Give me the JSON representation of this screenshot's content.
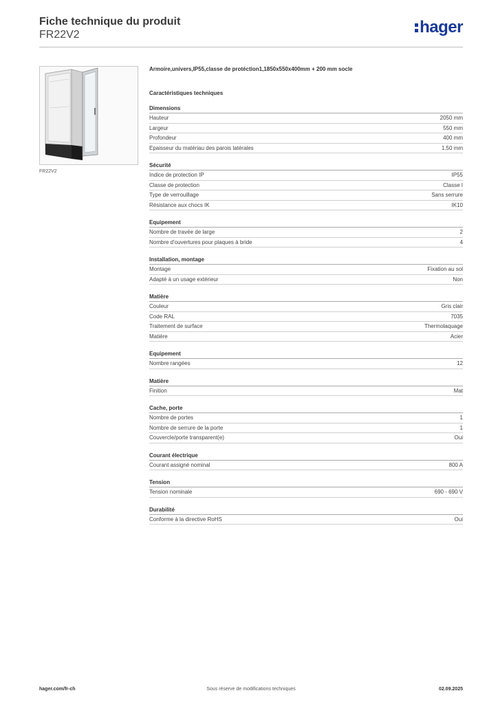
{
  "header": {
    "title": "Fiche technique du produit",
    "subtitle": "FR22V2",
    "logo": "hager",
    "logo_color": "#1a3a9a"
  },
  "product": {
    "image_caption": "FR22V2",
    "description": "Armoire,univers,IP55,classe de protéction1,1850x550x400mm + 200 mm socle",
    "tech_title": "Caractéristiques techniques"
  },
  "sections": [
    {
      "title": "Dimensions",
      "rows": [
        {
          "label": "Hauteur",
          "value": "2050 mm"
        },
        {
          "label": "Largeur",
          "value": "550 mm"
        },
        {
          "label": "Profondeur",
          "value": "400 mm"
        },
        {
          "label": "Epaisseur du matériau des parois latérales",
          "value": "1.50 mm"
        }
      ]
    },
    {
      "title": "Sécurité",
      "rows": [
        {
          "label": "Indice de protection IP",
          "value": "IP55"
        },
        {
          "label": "Classe de protection",
          "value": "Classe I"
        },
        {
          "label": "Type de verrouillage",
          "value": "Sans serrure"
        },
        {
          "label": "Résistance aux chocs IK",
          "value": "IK10"
        }
      ]
    },
    {
      "title": "Equipement",
      "rows": [
        {
          "label": "Nombre de travée de large",
          "value": "2"
        },
        {
          "label": "Nombre d'ouvertures pour plaques à bride",
          "value": "4"
        }
      ]
    },
    {
      "title": "Installation, montage",
      "rows": [
        {
          "label": "Montage",
          "value": "Fixation au sol"
        },
        {
          "label": "Adapté à un usage extérieur",
          "value": "Non"
        }
      ]
    },
    {
      "title": "Matière",
      "rows": [
        {
          "label": "Couleur",
          "value": "Gris clair"
        },
        {
          "label": "Code RAL",
          "value": "7035"
        },
        {
          "label": "Traitement de surface",
          "value": "Thermolaquage"
        },
        {
          "label": "Matière",
          "value": "Acier"
        }
      ]
    },
    {
      "title": "Equipement",
      "rows": [
        {
          "label": "Nombre rangées",
          "value": "12"
        }
      ]
    },
    {
      "title": "Matière",
      "rows": [
        {
          "label": "Finition",
          "value": "Mat"
        }
      ]
    },
    {
      "title": "Cache, porte",
      "rows": [
        {
          "label": "Nombre de portes",
          "value": "1"
        },
        {
          "label": "Nombre de serrure de la porte",
          "value": "1"
        },
        {
          "label": "Couvercle/porte transparent(e)",
          "value": "Oui"
        }
      ]
    },
    {
      "title": "Courant électrique",
      "rows": [
        {
          "label": "Courant assigné nominal",
          "value": "800 A"
        }
      ]
    },
    {
      "title": "Tension",
      "rows": [
        {
          "label": "Tension nominale",
          "value": "690 - 690 V"
        }
      ]
    },
    {
      "title": "Durabilité",
      "rows": [
        {
          "label": "Conforme à la directive RoHS",
          "value": "Oui"
        }
      ]
    }
  ],
  "footer": {
    "website": "hager.com/fr-ch",
    "disclaimer": "Sous réserve de modifications techniques",
    "date": "02.09.2025"
  }
}
